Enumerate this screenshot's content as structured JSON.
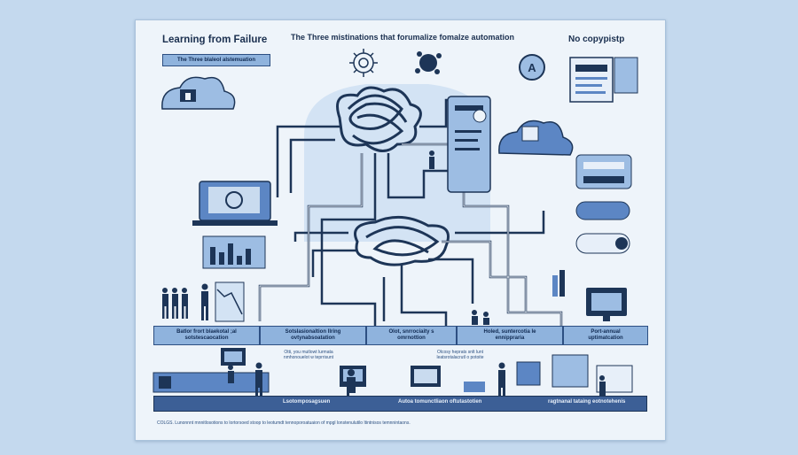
{
  "title_left": "Learning from Failure",
  "title_center": "The Three mistinations that forumalize fomalze automation",
  "title_right": "No copypistp",
  "subtitle_left": "The Three blaleol alstemuation",
  "bottom_banners": [
    "Batlor frort blaekotal ;al\nsotstescaocation",
    "Sotslasionaltion llring\novtynabsoatation",
    "Olot, snrrociaity s\nomrnottion",
    "Holed, suntercotia le\nennippraria",
    "Port-annual\nuptimatcation"
  ],
  "mid_note_bottom": "Otti, you mutlowt lurmata\nnmhonouelot w teprrisunt",
  "mid_note_right": "Olcosy heprats snlt lunt\nleatsrotalacrutl o potoite",
  "footer_labels": [
    "Lsotomposagsuen",
    "Autoa tomunctliaon oftutastotien",
    "ragtnanal tataing eotnotehenis"
  ],
  "footer_note": "COLGS. Lunonnnt mnnitlosotions to lortorsoed stoop to leotumdt tennoporoatuaion of mpgl lonstenulutilo ltintnisos temnnintaons."
}
